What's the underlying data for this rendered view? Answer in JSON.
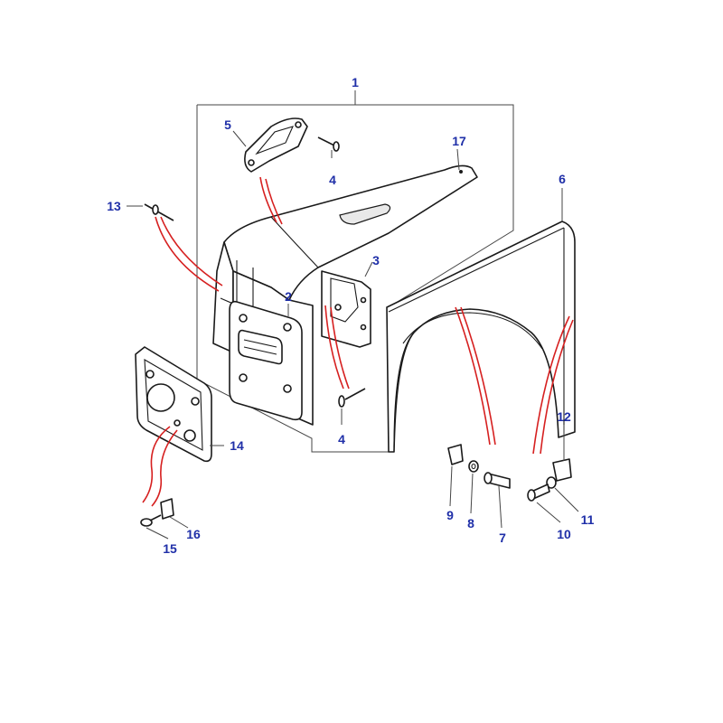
{
  "colors": {
    "callout": "#1f2fa8",
    "link_lines": "#d62020",
    "outline": "#1a1a1a"
  },
  "callouts": {
    "c1": "1",
    "c2": "2",
    "c3": "3",
    "c4a": "4",
    "c4b": "4",
    "c5": "5",
    "c6": "6",
    "c7": "7",
    "c8": "8",
    "c9": "9",
    "c10": "10",
    "c11": "11",
    "c12": "12",
    "c13": "13",
    "c14": "14",
    "c15": "15",
    "c16": "16",
    "c17": "17"
  }
}
